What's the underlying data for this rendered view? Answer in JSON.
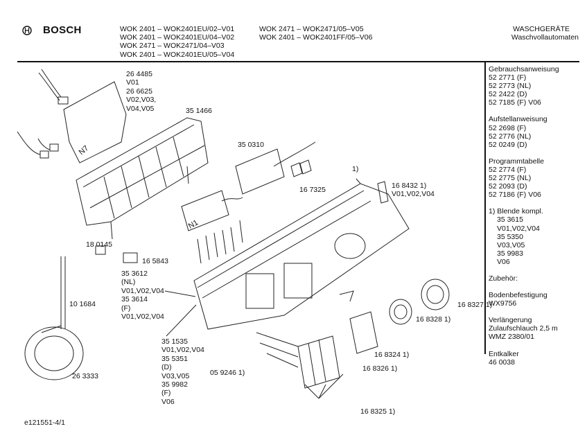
{
  "header": {
    "brand": "BOSCH",
    "models_col1": [
      "WOK 2401 – WOK2401EU/02–V01",
      "WOK 2401 – WOK2401EU/04–V02",
      "WOK 2471 – WOK2471/04–V03",
      "WOK 2401 – WOK2401EU/05–V04"
    ],
    "models_col2": [
      "WOK 2471 – WOK2471/05–V05",
      "WOK 2401 – WOK2401FF/05–V06"
    ],
    "category": "WASCHGERÄTE",
    "subcategory": "Waschvollautomaten"
  },
  "sidebar": {
    "groups": [
      [
        "Gebrauchsanweisung",
        "52 2771 (F)",
        "52 2773 (NL)",
        "52 2422 (D)",
        "52 7185 (F) V06"
      ],
      [
        "Aufstellanweisung",
        "52 2698 (F)",
        "52 2776 (NL)",
        "52 0249 (D)"
      ],
      [
        "Programmtabelle",
        "52 2774 (F)",
        "52 2775 (NL)",
        "52 2093 (D)",
        "52 7186 (F) V06"
      ]
    ],
    "blende_title": "1) Blende kompl.",
    "blende_items": [
      "35 3615",
      "V01,V02,V04",
      "35 5350",
      "V03,V05",
      "35 9983",
      "V06"
    ],
    "groups2": [
      [
        "Zubehör:"
      ],
      [
        "Bodenbefestigung",
        "WX9756"
      ],
      [
        "Verlängerung",
        "Zulaufschlauch 2,5 m",
        "WMZ 2380/01"
      ],
      [
        "Entkalker",
        "46 0038"
      ]
    ]
  },
  "parts": {
    "p264485": [
      "26 4485",
      "V01",
      "26 6625",
      "V02,V03,",
      "V04,V05"
    ],
    "p351466": [
      "35 1466"
    ],
    "p350310": [
      "35 0310"
    ],
    "p1": [
      "1)"
    ],
    "p167325": [
      "16 7325"
    ],
    "p168432": [
      "16 8432 1)",
      "V01,V02,V04"
    ],
    "p180145": [
      "18 0145"
    ],
    "p165843": [
      "16 5843"
    ],
    "p353612": [
      "35 3612",
      "(NL)",
      "V01,V02,V04",
      "35 3614",
      "(F)",
      "V01,V02,V04"
    ],
    "p101684": [
      "10 1684"
    ],
    "p263333": [
      "26 3333"
    ],
    "p351535": [
      "35 1535",
      "V01,V02,V04",
      "35 5351",
      "(D)",
      "V03,V05",
      "35 9982",
      "(F)",
      "V06"
    ],
    "p059246": [
      "05 9246 1)"
    ],
    "p168327": [
      "16 8327 1)"
    ],
    "p168328": [
      "16 8328 1)"
    ],
    "p168324": [
      "16 8324 1)"
    ],
    "p168326": [
      "16 8326 1)"
    ],
    "p168325": [
      "16 8325 1)"
    ],
    "n7": "N7",
    "n1": "N1"
  },
  "footer": {
    "drawing_id": "e121551-4/1"
  }
}
